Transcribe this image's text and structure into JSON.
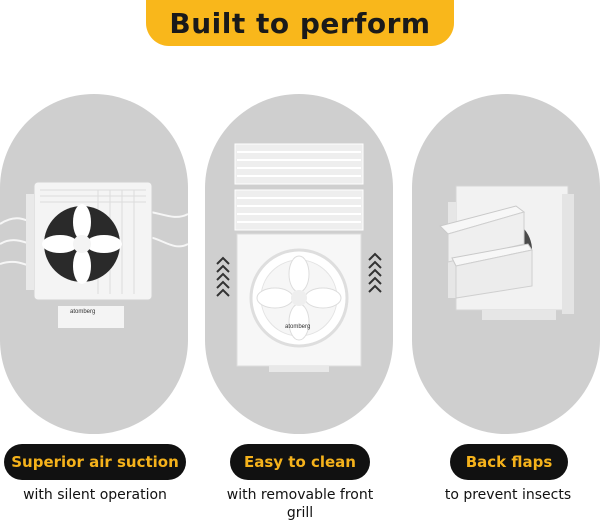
{
  "heading": "Built to perform",
  "brand": "atomberg",
  "features": [
    {
      "label": "Superior air suction",
      "caption": "with silent operation"
    },
    {
      "label": "Easy to clean",
      "caption": "with removable front grill"
    },
    {
      "label": "Back flaps",
      "caption": "to prevent insects"
    }
  ],
  "colors": {
    "accent": "#f9b71b",
    "pill_bg": "#111111",
    "card_bg": "#cfcfcf"
  }
}
